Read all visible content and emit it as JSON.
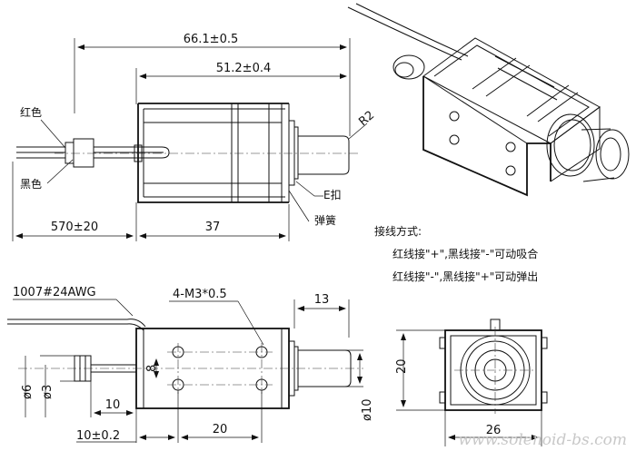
{
  "top_view": {
    "dims": {
      "overall_length": "66.1±0.5",
      "body_length": "51.2±0.4",
      "lead_length": "570±20",
      "frame_length": "37",
      "plunger_radius": "R2"
    },
    "labels": {
      "red_wire": "红色",
      "black_wire": "黑色",
      "e_clip": "E扣",
      "spring": "弹簧"
    }
  },
  "side_view": {
    "dims": {
      "wire_spec": "1007#24AWG",
      "mount_holes": "4-M3*0.5",
      "plunger_extension": "13",
      "hole_spacing": "8",
      "end_dia_outer": "ø6",
      "end_dia_inner": "ø3",
      "rod_length": "10",
      "rod_length_tol": "10±0.2",
      "hole_pitch": "20",
      "plunger_dia": "ø10"
    }
  },
  "end_view": {
    "dims": {
      "height": "20",
      "width": "26"
    }
  },
  "wiring_notes": {
    "title": "接线方式:",
    "line1": "红线接\"+\",黑线接\"-\"可动吸合",
    "line2": "红线接\"-\",黑线接\"+\"可动弹出"
  },
  "watermark": "www.solenoid-bs.com"
}
